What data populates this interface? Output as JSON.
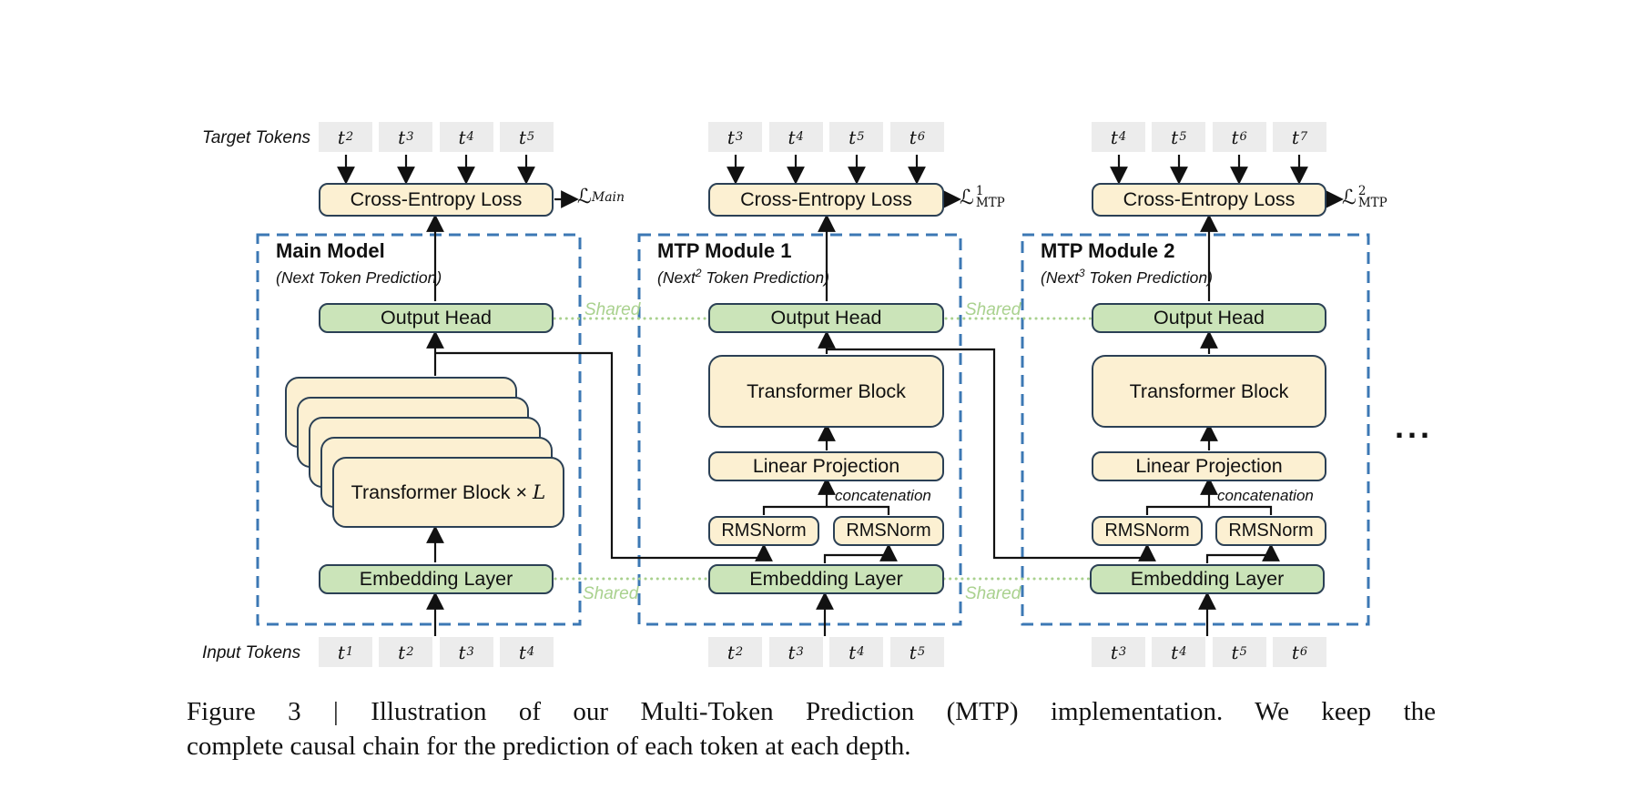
{
  "labels": {
    "target_tokens": "Target Tokens",
    "input_tokens": "Input Tokens",
    "shared": "Shared",
    "ellipsis": "..."
  },
  "caption": {
    "line1": "Figure 3 | Illustration of our Multi-Token Prediction (MTP) implementation.  We keep the",
    "line2": "complete causal chain for the prediction of each token at each depth."
  },
  "colors": {
    "box_cream": "#FCF0D2",
    "box_green": "#CBE4B9",
    "box_border": "#2B4055",
    "module_dash_blue": "#3C78B4",
    "shared_green": "#A9D18E",
    "token_gray": "#ECECEC",
    "line_black": "#111111"
  },
  "modules": [
    {
      "title": "Main Model",
      "subtitle_pre": "(Next",
      "subtitle_sup": "",
      "subtitle_post": " Token Prediction)",
      "cross_entropy": "Cross-Entropy Loss",
      "output_head": "Output Head",
      "stack_label": "Transformer Block ×",
      "stack_math": "L",
      "embedding": "Embedding Layer",
      "loss": {
        "symbol": "ℒ",
        "sup": "",
        "sub": "Main"
      },
      "target_tokens": [
        {
          "base": "t",
          "sub": "2"
        },
        {
          "base": "t",
          "sub": "3"
        },
        {
          "base": "t",
          "sub": "4"
        },
        {
          "base": "t",
          "sub": "5"
        }
      ],
      "input_tokens": [
        {
          "base": "t",
          "sub": "1"
        },
        {
          "base": "t",
          "sub": "2"
        },
        {
          "base": "t",
          "sub": "3"
        },
        {
          "base": "t",
          "sub": "4"
        }
      ]
    },
    {
      "title": "MTP Module 1",
      "subtitle_pre": "(Next",
      "subtitle_sup": "2",
      "subtitle_post": " Token Prediction)",
      "cross_entropy": "Cross-Entropy Loss",
      "output_head": "Output Head",
      "transformer": "Transformer Block",
      "linear": "Linear Projection",
      "concat": "concatenation",
      "rms_left": "RMSNorm",
      "rms_right": "RMSNorm",
      "embedding": "Embedding Layer",
      "loss": {
        "symbol": "ℒ",
        "sup": "1",
        "sub": "MTP"
      },
      "target_tokens": [
        {
          "base": "t",
          "sub": "3"
        },
        {
          "base": "t",
          "sub": "4"
        },
        {
          "base": "t",
          "sub": "5"
        },
        {
          "base": "t",
          "sub": "6"
        }
      ],
      "input_tokens": [
        {
          "base": "t",
          "sub": "2"
        },
        {
          "base": "t",
          "sub": "3"
        },
        {
          "base": "t",
          "sub": "4"
        },
        {
          "base": "t",
          "sub": "5"
        }
      ]
    },
    {
      "title": "MTP Module 2",
      "subtitle_pre": "(Next",
      "subtitle_sup": "3",
      "subtitle_post": " Token Prediction)",
      "cross_entropy": "Cross-Entropy Loss",
      "output_head": "Output Head",
      "transformer": "Transformer Block",
      "linear": "Linear Projection",
      "concat": "concatenation",
      "rms_left": "RMSNorm",
      "rms_right": "RMSNorm",
      "embedding": "Embedding Layer",
      "loss": {
        "symbol": "ℒ",
        "sup": "2",
        "sub": "MTP"
      },
      "target_tokens": [
        {
          "base": "t",
          "sub": "4"
        },
        {
          "base": "t",
          "sub": "5"
        },
        {
          "base": "t",
          "sub": "6"
        },
        {
          "base": "t",
          "sub": "7"
        }
      ],
      "input_tokens": [
        {
          "base": "t",
          "sub": "3"
        },
        {
          "base": "t",
          "sub": "4"
        },
        {
          "base": "t",
          "sub": "5"
        },
        {
          "base": "t",
          "sub": "6"
        }
      ]
    }
  ]
}
